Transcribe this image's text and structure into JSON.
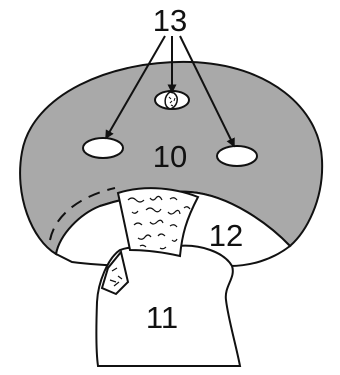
{
  "labels": {
    "top": "13",
    "cap": "10",
    "stem": "11",
    "gill": "12"
  },
  "colors": {
    "cap_fill": "#a9a9a9",
    "light_fill": "#ffffff",
    "outline": "#111111"
  }
}
